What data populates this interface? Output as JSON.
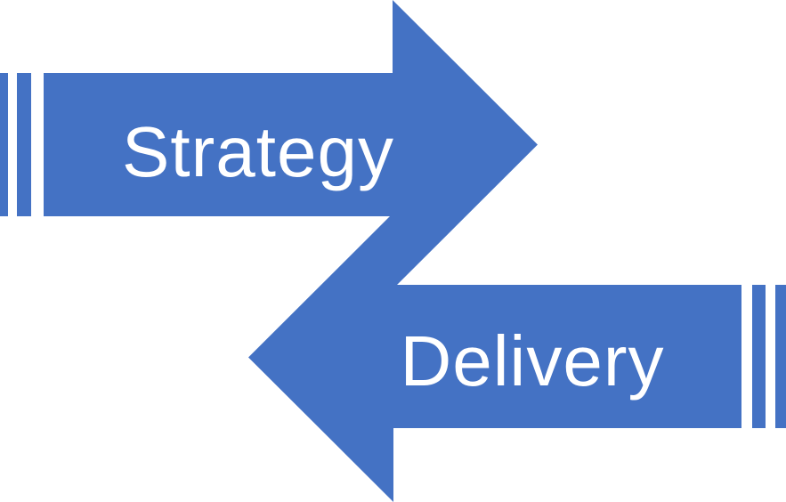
{
  "diagram": {
    "type": "striped-arrow-process",
    "background": "#ffffff",
    "arrows": {
      "strategy": {
        "label": "Strategy",
        "direction": "right"
      },
      "delivery": {
        "label": "Delivery",
        "direction": "left"
      }
    }
  },
  "colors": {
    "arrow_fill": "#4472C4",
    "label_text": "#ffffff"
  }
}
